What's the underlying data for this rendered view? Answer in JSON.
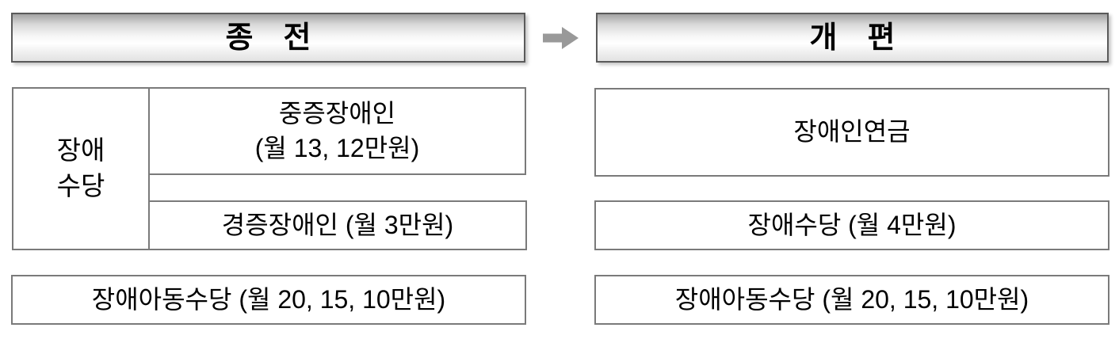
{
  "headers": {
    "before": "종　전",
    "after": "개　편"
  },
  "arrow": {
    "icon": "right-arrow",
    "color": "#999999"
  },
  "colors": {
    "header_border": "#5a5a5a",
    "box_border": "#7a7a7a",
    "text": "#000000",
    "header_gradient_top": "#a3a3a3",
    "header_gradient_bottom": "#e2e2e2"
  },
  "before_panel": {
    "group_label": {
      "line1": "장애",
      "line2": "수당"
    },
    "severe_cell": {
      "line1": "중증장애인",
      "line2": "(월 13, 12만원)"
    },
    "mild_cell": "경증장애인 (월 3만원)",
    "child_allowance": "장애아동수당 (월 20, 15, 10만원)"
  },
  "after_panel": {
    "pension": "장애인연금",
    "allowance": "장애수당 (월 4만원)",
    "child_allowance": "장애아동수당 (월 20, 15, 10만원)"
  }
}
